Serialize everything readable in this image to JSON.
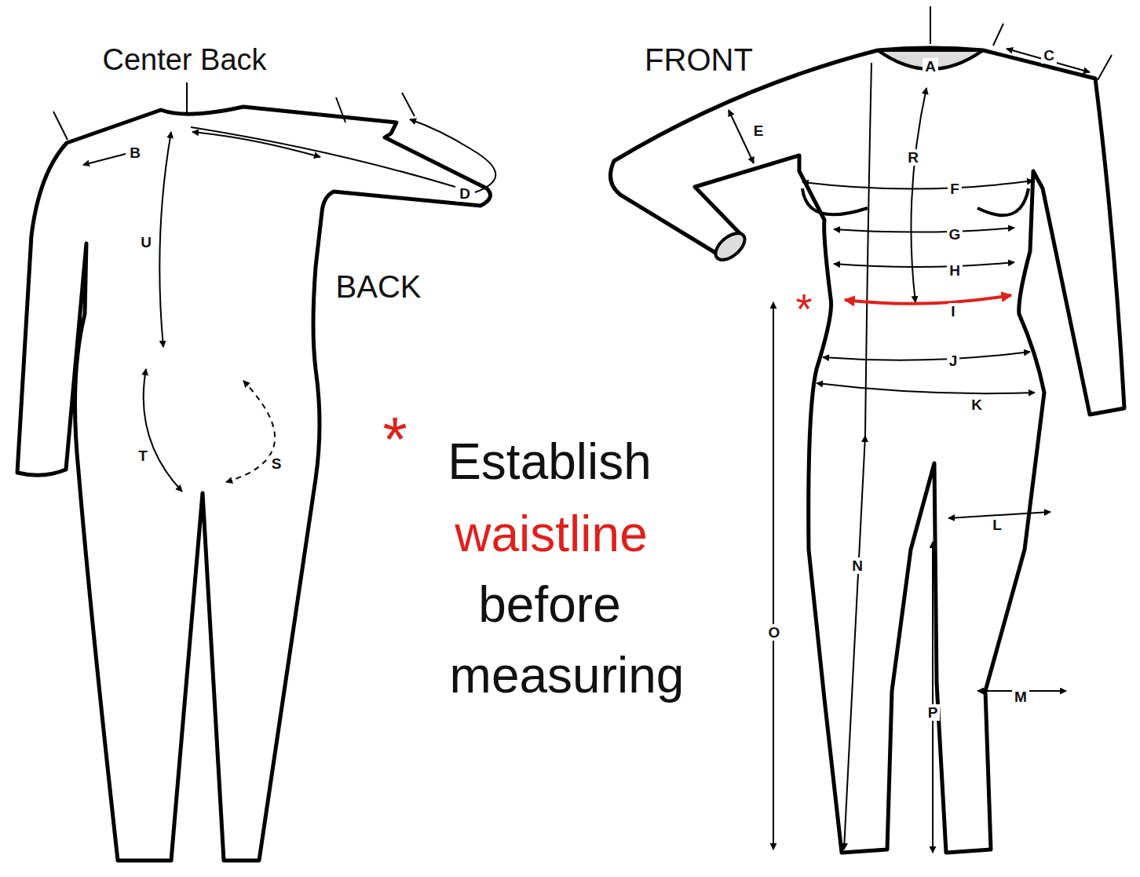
{
  "diagram": {
    "labels": [
      "Center Back",
      "FRONT",
      "A",
      "C",
      "B",
      "E",
      "D",
      "R",
      "F",
      "U",
      "G",
      "BACK",
      "H",
      "*",
      "I",
      "J",
      "K",
      "*",
      "Establish",
      "waistline",
      "before",
      "measuring",
      "T",
      "S",
      "L",
      "N",
      "O",
      "M",
      "P"
    ]
  }
}
